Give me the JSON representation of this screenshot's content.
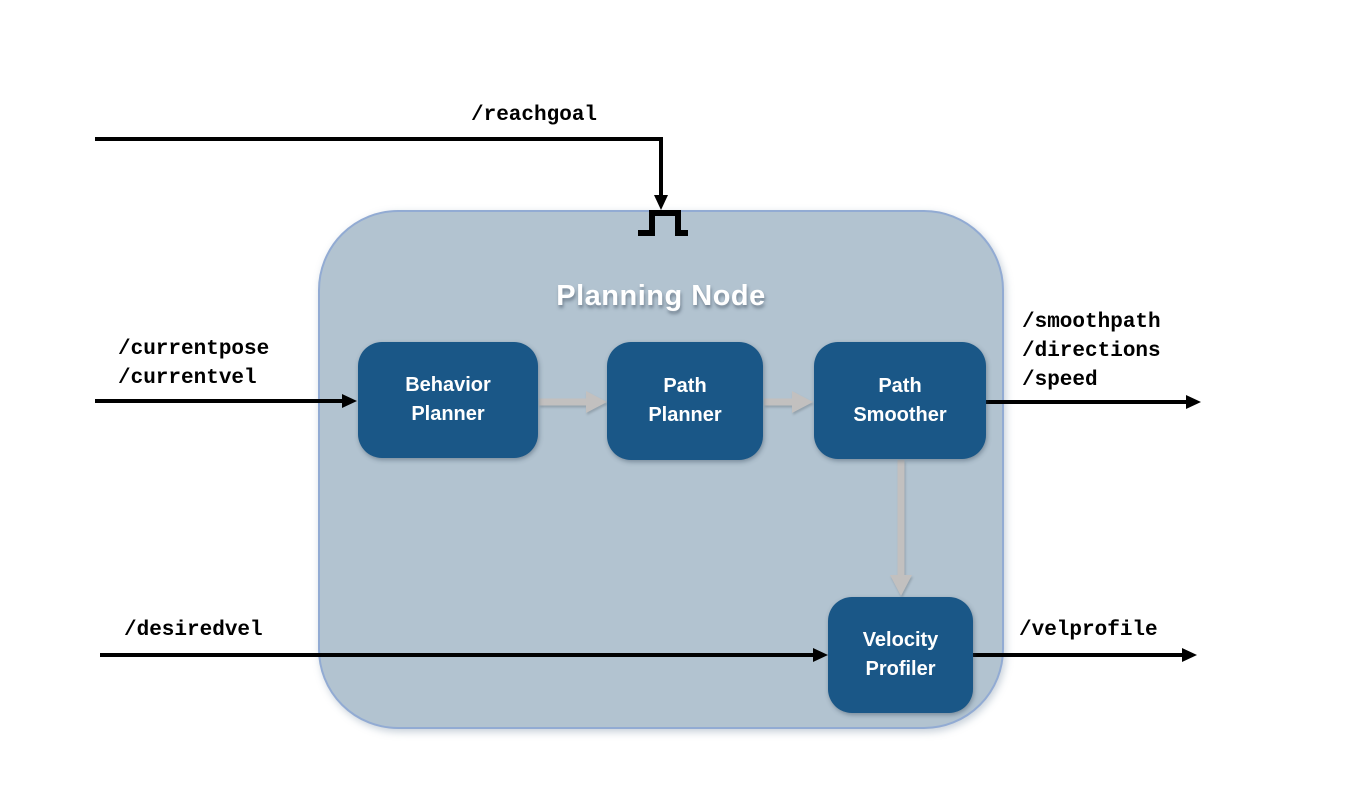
{
  "node": {
    "title": "Planning Node",
    "blocks": [
      {
        "line1": "Behavior",
        "line2": "Planner"
      },
      {
        "line1": "Path",
        "line2": "Planner"
      },
      {
        "line1": "Path",
        "line2": "Smoother"
      },
      {
        "line1": "Velocity",
        "line2": "Profiler"
      }
    ]
  },
  "topics": {
    "reachgoal": "/reachgoal",
    "current_inputs": [
      "/currentpose",
      "/currentvel"
    ],
    "smooth_outputs": [
      "/smoothpath",
      "/directions",
      "/speed"
    ],
    "desiredvel": "/desiredvel",
    "velprofile": "/velprofile"
  },
  "colors": {
    "node_fill": "#b2c3d0",
    "node_border": "#92abd3",
    "block_fill": "#1a5787",
    "block_text": "#ffffff",
    "flow_arrow": "#c2c0bf",
    "signal_arrow": "#000000"
  }
}
